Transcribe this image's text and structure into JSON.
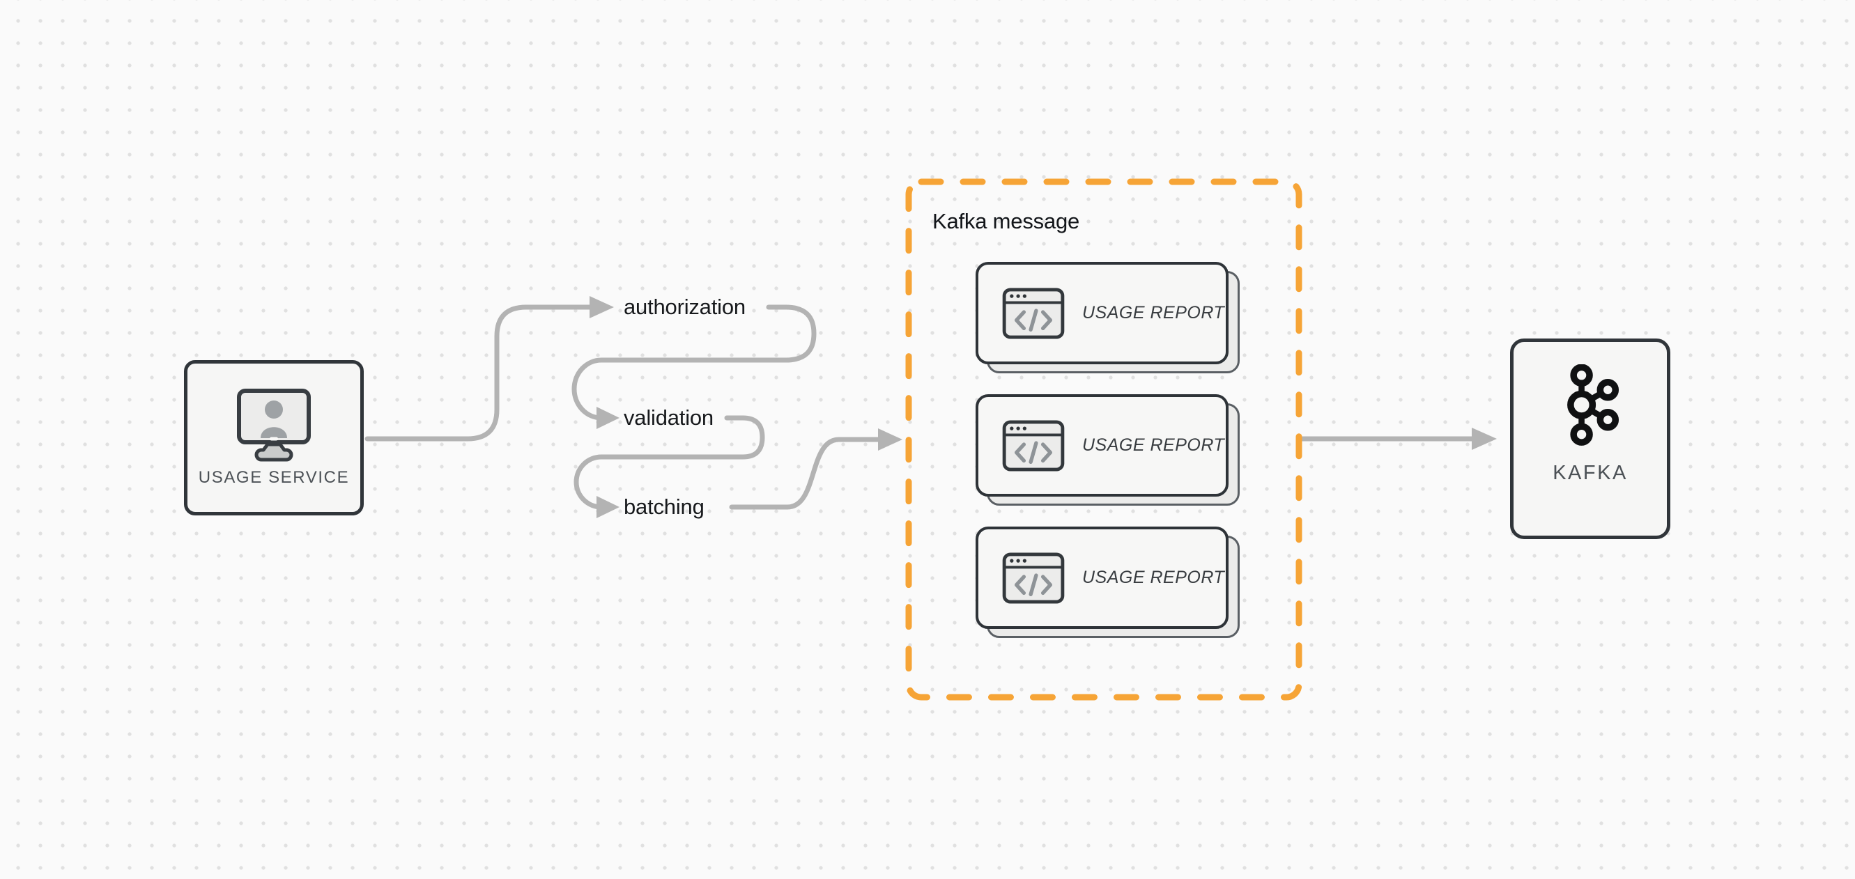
{
  "diagram": {
    "usage_service_node": {
      "label": "USAGE SERVICE",
      "icon": "user-monitor-icon"
    },
    "flow_steps": [
      {
        "label": "authorization"
      },
      {
        "label": "validation"
      },
      {
        "label": "batching"
      }
    ],
    "kafka_message_group": {
      "title": "Kafka message",
      "cards": [
        {
          "label": "USAGE REPORT",
          "icon": "code-window-icon"
        },
        {
          "label": "USAGE REPORT",
          "icon": "code-window-icon"
        },
        {
          "label": "USAGE REPORT",
          "icon": "code-window-icon"
        }
      ]
    },
    "kafka_node": {
      "label": "KAFKA",
      "icon": "kafka-logo-icon"
    },
    "colors": {
      "background": "#FAFAFA",
      "dot_grid": "#E0E0E0",
      "group_border_orange": "#F6A436",
      "connector_gray": "#B3B3B3",
      "shape_border_dark": "#2F3439",
      "shape_fill": "#F6F6F5",
      "card_shadow_fill": "#EBEBEA",
      "step_label_text": "#17191C",
      "node_label_text": "#4C5156"
    }
  }
}
